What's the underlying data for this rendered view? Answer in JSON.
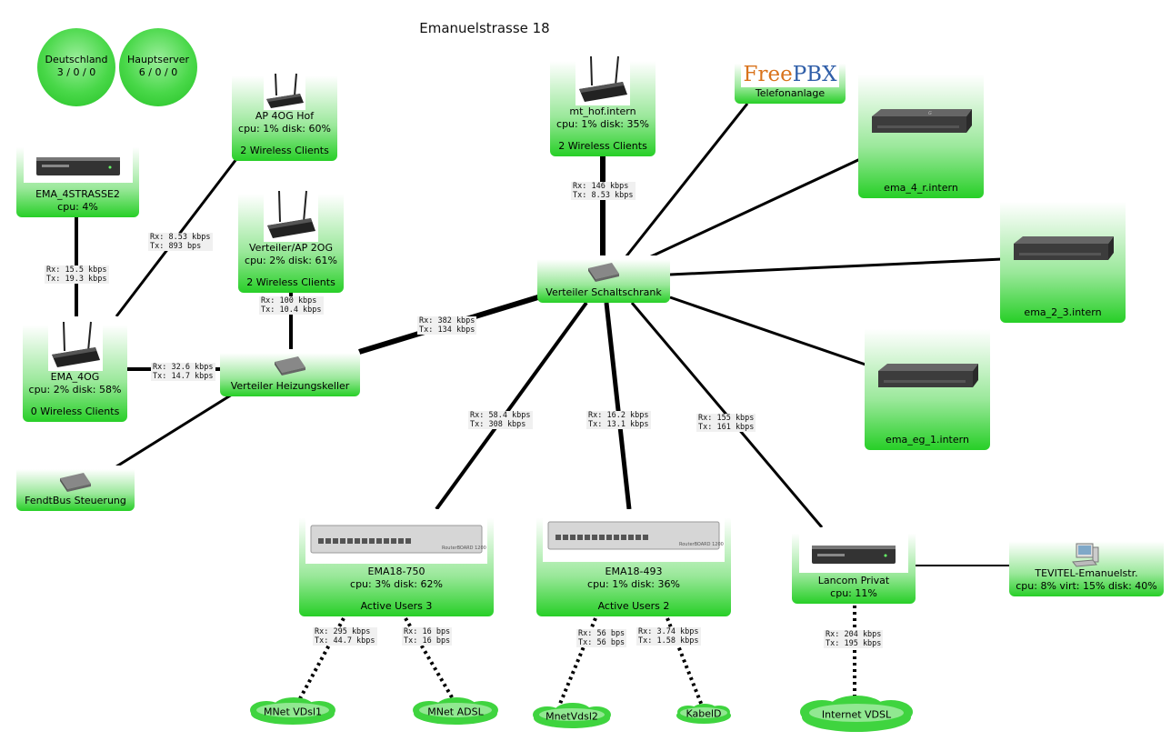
{
  "title": "Emanuelstrasse 18",
  "colors": {
    "node_green": "#27cf27",
    "link": "#000000",
    "label_bg": "#f0f0f0"
  },
  "circles": [
    {
      "id": "deutschland",
      "name": "Deutschland",
      "status": "3 / 0 / 0"
    },
    {
      "id": "hauptserver",
      "name": "Hauptserver",
      "status": "6 / 0 / 0"
    }
  ],
  "nodes": [
    {
      "id": "ema4strasse2",
      "icon": "router-box-icon",
      "lines": [
        "EMA_4STRASSE2",
        "cpu: 4%"
      ]
    },
    {
      "id": "ap4oghof",
      "icon": "wireless-router-icon",
      "lines": [
        "AP 4OG Hof",
        "cpu: 1% disk: 60%",
        "",
        "2 Wireless Clients"
      ]
    },
    {
      "id": "verteilerap2og",
      "icon": "wireless-router-icon",
      "lines": [
        "Verteiler/AP 2OG",
        "cpu: 2% disk: 61%",
        "",
        "2 Wireless Clients"
      ]
    },
    {
      "id": "ema4og",
      "icon": "wireless-router-icon",
      "lines": [
        "EMA_4OG",
        "cpu: 2% disk: 58%",
        "",
        "0 Wireless Clients"
      ]
    },
    {
      "id": "heizungskeller",
      "icon": "switch-icon",
      "lines": [
        "Verteiler Heizungskeller"
      ]
    },
    {
      "id": "fendtbus",
      "icon": "switch-icon",
      "lines": [
        "FendtBus Steuerung"
      ]
    },
    {
      "id": "mthof",
      "icon": "wireless-router-icon",
      "lines": [
        "mt_hof.intern",
        "cpu: 1% disk: 35%",
        "",
        "2 Wireless Clients"
      ]
    },
    {
      "id": "freepbx",
      "icon": "freepbx-logo",
      "lines": [
        "Telefonanlage"
      ]
    },
    {
      "id": "ema4r",
      "icon": "voip-gateway-icon",
      "lines": [
        "ema_4_r.intern"
      ]
    },
    {
      "id": "ema23",
      "icon": "voip-gateway-icon",
      "lines": [
        "ema_2_3.intern"
      ]
    },
    {
      "id": "emaeg1",
      "icon": "voip-gateway-icon",
      "lines": [
        "ema_eg_1.intern"
      ]
    },
    {
      "id": "schaltschrank",
      "icon": "switch-icon",
      "lines": [
        "Verteiler Schaltschrank"
      ]
    },
    {
      "id": "ema18750",
      "icon": "routerboard-icon",
      "lines": [
        "EMA18-750",
        "cpu: 3% disk: 62%",
        "",
        "Active Users 3"
      ]
    },
    {
      "id": "ema18493",
      "icon": "routerboard-icon",
      "lines": [
        "EMA18-493",
        "cpu: 1% disk: 36%",
        "",
        "Active Users 2"
      ]
    },
    {
      "id": "lancom",
      "icon": "router-box-icon",
      "lines": [
        "Lancom Privat",
        "cpu: 11%"
      ]
    },
    {
      "id": "tevitel",
      "icon": "computer-icon",
      "lines": [
        "TEVITEL-Emanuelstr.",
        "cpu: 8% virt: 15% disk: 40%"
      ]
    }
  ],
  "freepbx_logo": {
    "free": "Free",
    "pbx": "PBX"
  },
  "routerboard_brand": "RouterBOARD 1200",
  "clouds": [
    {
      "id": "mnetvdsl1",
      "name": "MNet VDsl1"
    },
    {
      "id": "mnetadsl",
      "name": "MNet ADSL"
    },
    {
      "id": "mnetvdsl2",
      "name": "MnetVdsl2"
    },
    {
      "id": "kabeld",
      "name": "KabelD"
    },
    {
      "id": "internetvdsl",
      "name": "Internet VDSL"
    }
  ],
  "links": [
    {
      "from": "ema4strasse2",
      "to": "ema4og",
      "style": "solid",
      "rx": "Rx: 15.5 kbps",
      "tx": "Tx: 19.3 kbps"
    },
    {
      "from": "ema4og",
      "to": "ap4oghof",
      "style": "solid",
      "rx": "Rx: 8.53 kbps",
      "tx": "Tx: 893 bps"
    },
    {
      "from": "ema4og",
      "to": "heizungskeller",
      "style": "solid",
      "rx": "Rx: 32.6 kbps",
      "tx": "Tx: 14.7 kbps"
    },
    {
      "from": "verteilerap2og",
      "to": "heizungskeller",
      "style": "solid",
      "rx": "Rx: 100 kbps",
      "tx": "Tx: 10.4 kbps"
    },
    {
      "from": "heizungskeller",
      "to": "fendtbus",
      "style": "solid",
      "rx": "",
      "tx": ""
    },
    {
      "from": "heizungskeller",
      "to": "schaltschrank",
      "style": "solid",
      "rx": "Rx: 382 kbps",
      "tx": "Tx: 134 kbps"
    },
    {
      "from": "mthof",
      "to": "schaltschrank",
      "style": "solid",
      "rx": "Rx: 146 kbps",
      "tx": "Tx: 8.53 kbps"
    },
    {
      "from": "schaltschrank",
      "to": "freepbx",
      "style": "solid",
      "rx": "",
      "tx": ""
    },
    {
      "from": "schaltschrank",
      "to": "ema4r",
      "style": "solid",
      "rx": "",
      "tx": ""
    },
    {
      "from": "schaltschrank",
      "to": "ema23",
      "style": "solid",
      "rx": "",
      "tx": ""
    },
    {
      "from": "schaltschrank",
      "to": "emaeg1",
      "style": "solid",
      "rx": "",
      "tx": ""
    },
    {
      "from": "schaltschrank",
      "to": "ema18750",
      "style": "solid",
      "rx": "Rx: 58.4 kbps",
      "tx": "Tx: 308 kbps"
    },
    {
      "from": "schaltschrank",
      "to": "ema18493",
      "style": "solid",
      "rx": "Rx: 16.2 kbps",
      "tx": "Tx: 13.1 kbps"
    },
    {
      "from": "schaltschrank",
      "to": "lancom",
      "style": "solid",
      "rx": "Rx: 155 kbps",
      "tx": "Tx: 161 kbps"
    },
    {
      "from": "lancom",
      "to": "tevitel",
      "style": "solid",
      "rx": "",
      "tx": ""
    },
    {
      "from": "ema18750",
      "to": "mnetvdsl1",
      "style": "dotted",
      "rx": "Rx: 295 kbps",
      "tx": "Tx: 44.7 kbps"
    },
    {
      "from": "ema18750",
      "to": "mnetadsl",
      "style": "dotted",
      "rx": "Rx: 16 bps",
      "tx": "Tx: 16 bps"
    },
    {
      "from": "ema18493",
      "to": "mnetvdsl2",
      "style": "dotted",
      "rx": "Rx: 56 bps",
      "tx": "Tx: 56 bps"
    },
    {
      "from": "ema18493",
      "to": "kabeld",
      "style": "dotted",
      "rx": "Rx: 3.74 kbps",
      "tx": "Tx: 1.58 kbps"
    },
    {
      "from": "lancom",
      "to": "internetvdsl",
      "style": "dotted",
      "rx": "Rx: 204 kbps",
      "tx": "Tx: 195 kbps"
    }
  ]
}
